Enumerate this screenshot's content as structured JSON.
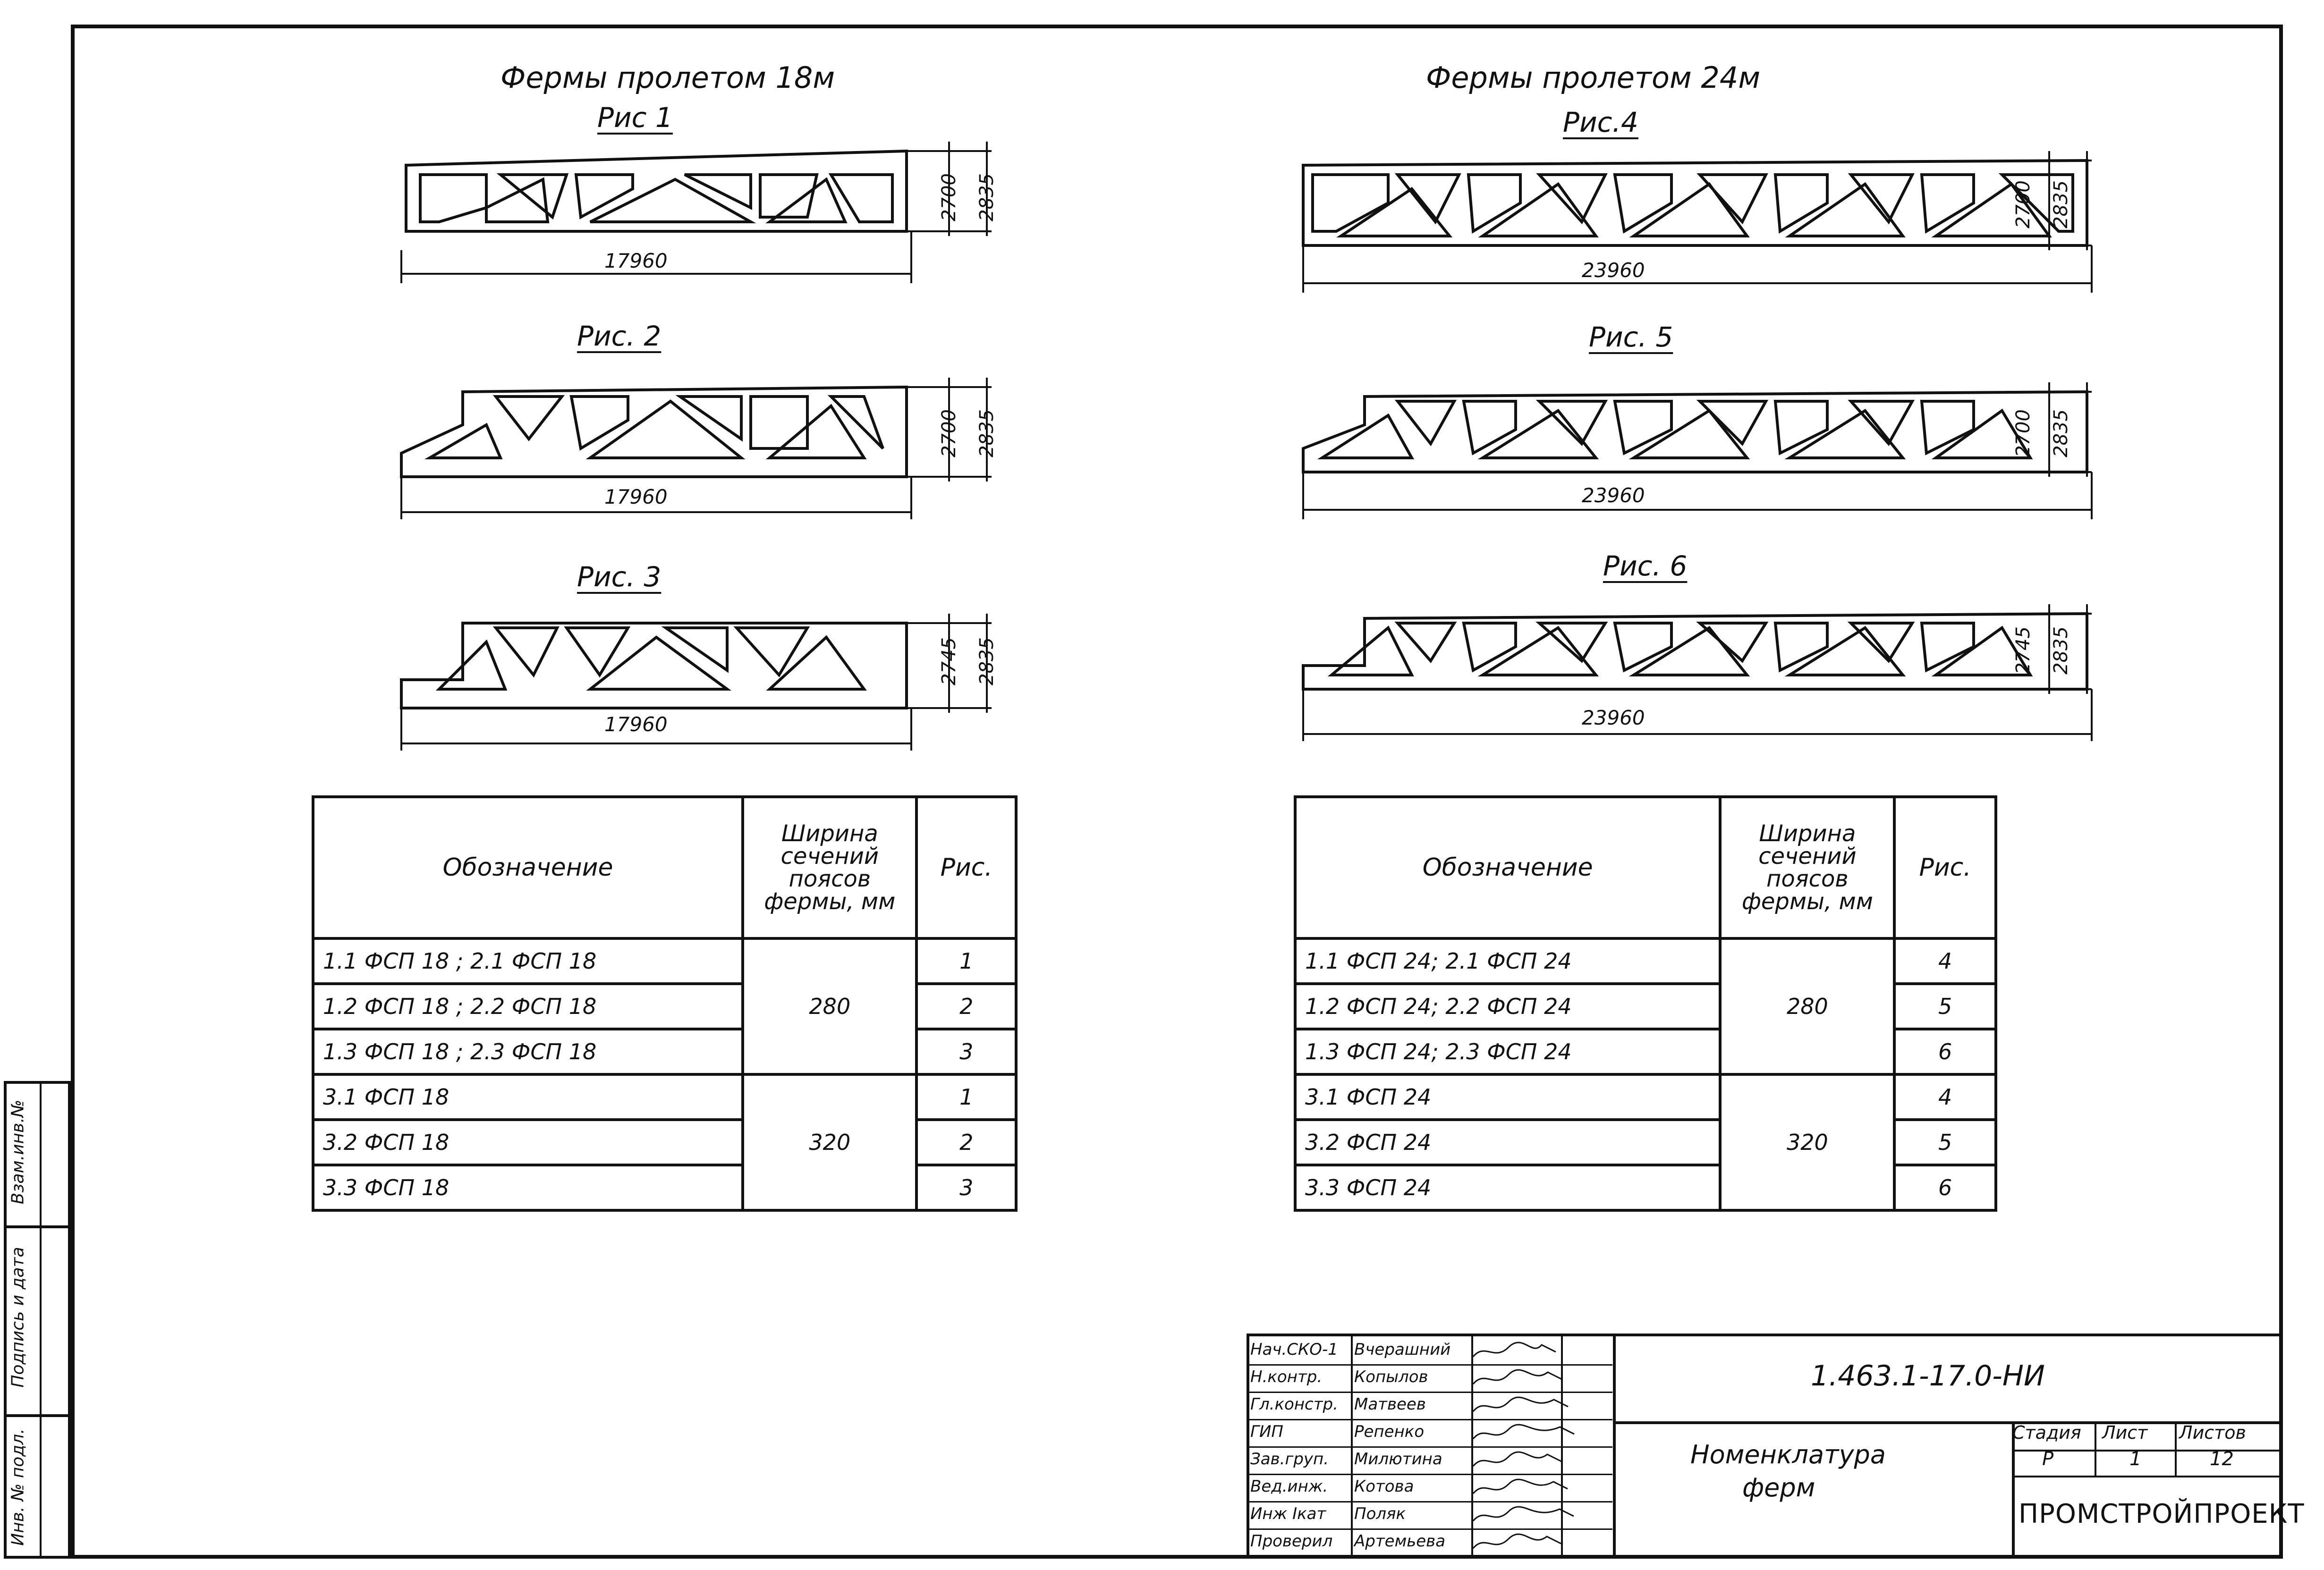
{
  "left_group": {
    "caption": "Фермы пролетом 18м",
    "figures": [
      {
        "title": "Рис 1",
        "span": "17960",
        "h_inner": "2700",
        "h_outer": "2835"
      },
      {
        "title": "Рис. 2",
        "span": "17960",
        "h_inner": "2700",
        "h_outer": "2835"
      },
      {
        "title": "Рис. 3",
        "span": "17960",
        "h_inner": "2745",
        "h_outer": "2835"
      }
    ]
  },
  "right_group": {
    "caption": "Фермы пролетом 24м",
    "figures": [
      {
        "title": "Рис.4",
        "span": "23960",
        "h_inner": "2700",
        "h_outer": "2835"
      },
      {
        "title": "Рис. 5",
        "span": "23960",
        "h_inner": "2700",
        "h_outer": "2835"
      },
      {
        "title": "Рис. 6",
        "span": "23960",
        "h_inner": "2745",
        "h_outer": "2835"
      }
    ]
  },
  "table_headers": {
    "designation": "Обозначение",
    "width": "Ширина сечений поясов фермы, мм",
    "fig": "Рис."
  },
  "table_left": {
    "rows": [
      {
        "designation": "1.1 ФСП 18 ; 2.1 ФСП 18",
        "fig": "1"
      },
      {
        "designation": "1.2 ФСП 18 ; 2.2 ФСП 18",
        "fig": "2"
      },
      {
        "designation": "1.3 ФСП 18 ; 2.3 ФСП 18",
        "fig": "3"
      },
      {
        "designation": "3.1 ФСП 18",
        "fig": "1"
      },
      {
        "designation": "3.2 ФСП 18",
        "fig": "2"
      },
      {
        "designation": "3.3 ФСП 18",
        "fig": "3"
      }
    ],
    "width_group1": "280",
    "width_group2": "320"
  },
  "table_right": {
    "rows": [
      {
        "designation": "1.1 ФСП 24; 2.1 ФСП 24",
        "fig": "4"
      },
      {
        "designation": "1.2 ФСП 24; 2.2 ФСП 24",
        "fig": "5"
      },
      {
        "designation": "1.3 ФСП 24; 2.3 ФСП 24",
        "fig": "6"
      },
      {
        "designation": "3.1 ФСП 24",
        "fig": "4"
      },
      {
        "designation": "3.2 ФСП 24",
        "fig": "5"
      },
      {
        "designation": "3.3 ФСП 24",
        "fig": "6"
      }
    ],
    "width_group1": "280",
    "width_group2": "320"
  },
  "title_block": {
    "doc_code": "1.463.1-17.0-НИ",
    "sheet_name_line1": "Номенклатура",
    "sheet_name_line2": "ферм",
    "stage_label": "Стадия",
    "sheet_label": "Лист",
    "sheets_label": "Листов",
    "stage": "Р",
    "sheet": "1",
    "sheets": "12",
    "organization": "ПРОМСТРОЙПРОЕКТ",
    "signatories": [
      {
        "role": "Нач.СКО-1",
        "name": "Вчерашний"
      },
      {
        "role": "Н.контр.",
        "name": "Копылов"
      },
      {
        "role": "Гл.констр.",
        "name": "Матвеев"
      },
      {
        "role": "ГИП",
        "name": "Репенко"
      },
      {
        "role": "Зав.груп.",
        "name": "Милютина"
      },
      {
        "role": "Вед.инж.",
        "name": "Котова"
      },
      {
        "role": "Инж Iкат",
        "name": "Поляк"
      },
      {
        "role": "Проверил",
        "name": "Артемьева"
      }
    ]
  },
  "side_stamp": {
    "field1": "Инв. № подл.",
    "field2": "Подпись и дата",
    "field3": "Взам.инв.№"
  }
}
